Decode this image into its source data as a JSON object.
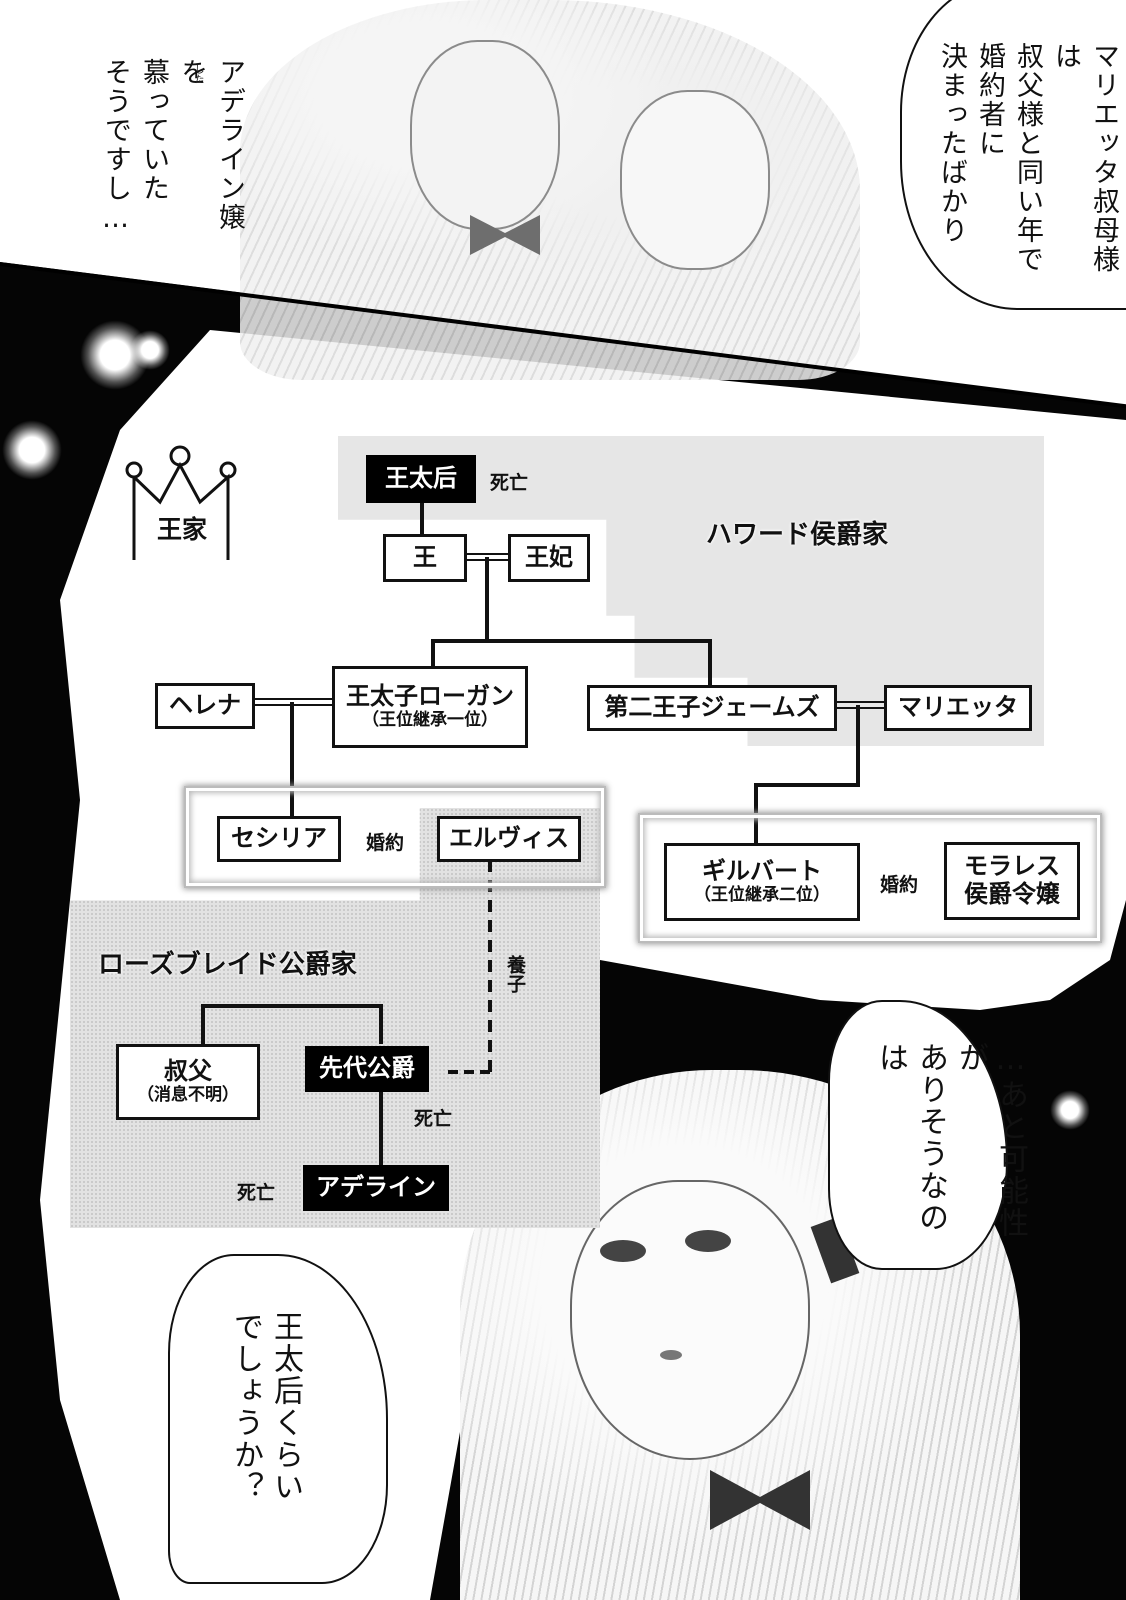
{
  "page": {
    "type": "manga page with family tree diagram"
  },
  "bubbles": {
    "top_left": {
      "lines": [
        "アデライン嬢を",
        "慕っていた",
        "そうですし…"
      ],
      "ruby": "した"
    },
    "top_right": {
      "lines": [
        "マリエッタ叔母様は",
        "叔父様と同い年で",
        "婚約者に",
        "決まったばかり"
      ]
    },
    "middle_right": {
      "lines": [
        "…あと可能性が",
        "ありそうなのは"
      ]
    },
    "bottom_left": {
      "lines": [
        "王太后くらい",
        "でしょうか？"
      ]
    }
  },
  "family_tree": {
    "royal_family_label": "王家",
    "crown_icon": "crown-icon",
    "howard_label": "ハワード侯爵家",
    "rosebraid_label": "ローズブレイド公爵家",
    "nodes": {
      "queen_mother": "王太后",
      "king": "王",
      "queen": "王妃",
      "crown_prince": "王太子ローガン",
      "crown_prince_sub": "（王位継承一位）",
      "helena": "ヘレナ",
      "second_prince": "第二王子ジェームズ",
      "marietta": "マリエッタ",
      "cecilia": "セシリア",
      "elvis": "エルヴィス",
      "gilbert": "ギルバート",
      "gilbert_sub": "（王位継承二位）",
      "morales_1": "モラレス",
      "morales_2": "侯爵令嬢",
      "uncle": "叔父",
      "uncle_sub": "（消息不明）",
      "former_duke": "先代公爵",
      "adeline": "アデライン"
    },
    "tags": {
      "deceased_queen_mother": "死亡",
      "engaged_1": "婚約",
      "engaged_2": "婚約",
      "adopted": "養子",
      "deceased_former_duke": "死亡",
      "deceased_adeline": "死亡"
    }
  },
  "colors": {
    "ink": "#111111",
    "paper": "#ffffff",
    "howard_region": "#e6e6e6",
    "rosebraid_region": "#e2e2e2",
    "deceased_node_bg": "#000000"
  }
}
